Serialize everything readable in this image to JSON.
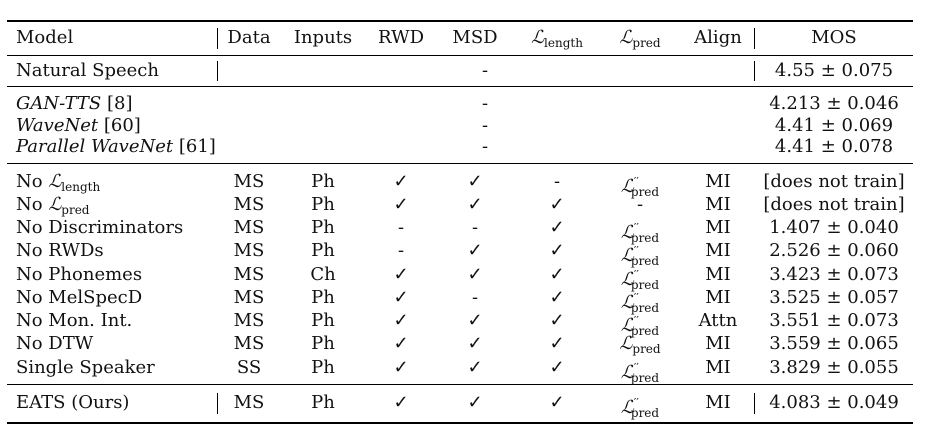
{
  "headers": {
    "model": "Model",
    "data": "Data",
    "inputs": "Inputs",
    "rwd": "RWD",
    "msd": "MSD",
    "l_length_main": "ℒ",
    "l_length_sub": "length",
    "l_pred_main": "ℒ",
    "l_pred_sub": "pred",
    "align": "Align",
    "mos": "MOS"
  },
  "symbols": {
    "check": "✓",
    "dash": "-",
    "l_pred2_main": "ℒ",
    "l_pred2_sup": "′′",
    "l_pred2_sub": "pred"
  },
  "natural": {
    "label": "Natural Speech",
    "mid": "-",
    "mos": "4.55 ± 0.075"
  },
  "baselines": [
    {
      "name": "GAN-TTS",
      "ref": " [8]",
      "mid": "-",
      "mos": "4.213 ± 0.046"
    },
    {
      "name": "WaveNet",
      "ref": " [60]",
      "mid": "-",
      "mos": "4.41 ± 0.069"
    },
    {
      "name": "Parallel WaveNet",
      "ref": " [61]",
      "mid": "-",
      "mos": "4.41 ± 0.078"
    }
  ],
  "ablations": [
    {
      "prefix": "No ",
      "loss_sub": "length",
      "data": "MS",
      "inputs": "Ph",
      "rwd": "check",
      "msd": "check",
      "llength": "dash",
      "lpred": "lpred2",
      "align": "MI",
      "mos": "[does not train]"
    },
    {
      "prefix": "No ",
      "loss_sub": "pred",
      "data": "MS",
      "inputs": "Ph",
      "rwd": "check",
      "msd": "check",
      "llength": "check",
      "lpred": "dash",
      "align": "MI",
      "mos": "[does not train]"
    },
    {
      "label": "No Discriminators",
      "data": "MS",
      "inputs": "Ph",
      "rwd": "dash",
      "msd": "dash",
      "llength": "check",
      "lpred": "lpred2",
      "align": "MI",
      "mos": "1.407 ± 0.040"
    },
    {
      "label": "No RWDs",
      "data": "MS",
      "inputs": "Ph",
      "rwd": "dash",
      "msd": "check",
      "llength": "check",
      "lpred": "lpred2",
      "align": "MI",
      "mos": "2.526 ± 0.060"
    },
    {
      "label": "No Phonemes",
      "data": "MS",
      "inputs": "Ch",
      "rwd": "check",
      "msd": "check",
      "llength": "check",
      "lpred": "lpred2",
      "align": "MI",
      "mos": "3.423 ± 0.073"
    },
    {
      "label": "No MelSpecD",
      "data": "MS",
      "inputs": "Ph",
      "rwd": "check",
      "msd": "dash",
      "llength": "check",
      "lpred": "lpred2",
      "align": "MI",
      "mos": "3.525 ± 0.057"
    },
    {
      "label": "No Mon. Int.",
      "data": "MS",
      "inputs": "Ph",
      "rwd": "check",
      "msd": "check",
      "llength": "check",
      "lpred": "lpred2",
      "align": "Attn",
      "mos": "3.551 ± 0.073"
    },
    {
      "label": "No DTW",
      "data": "MS",
      "inputs": "Ph",
      "rwd": "check",
      "msd": "check",
      "llength": "check",
      "lpred": "lpred",
      "align": "MI",
      "mos": "3.559 ± 0.065"
    },
    {
      "label": "Single Speaker",
      "data": "SS",
      "inputs": "Ph",
      "rwd": "check",
      "msd": "check",
      "llength": "check",
      "lpred": "lpred2",
      "align": "MI",
      "mos": "3.829 ± 0.055"
    }
  ],
  "eats": {
    "label": "EATS (Ours)",
    "data": "MS",
    "inputs": "Ph",
    "rwd": "check",
    "msd": "check",
    "llength": "check",
    "lpred": "lpred2",
    "align": "MI",
    "mos": "4.083 ± 0.049"
  }
}
